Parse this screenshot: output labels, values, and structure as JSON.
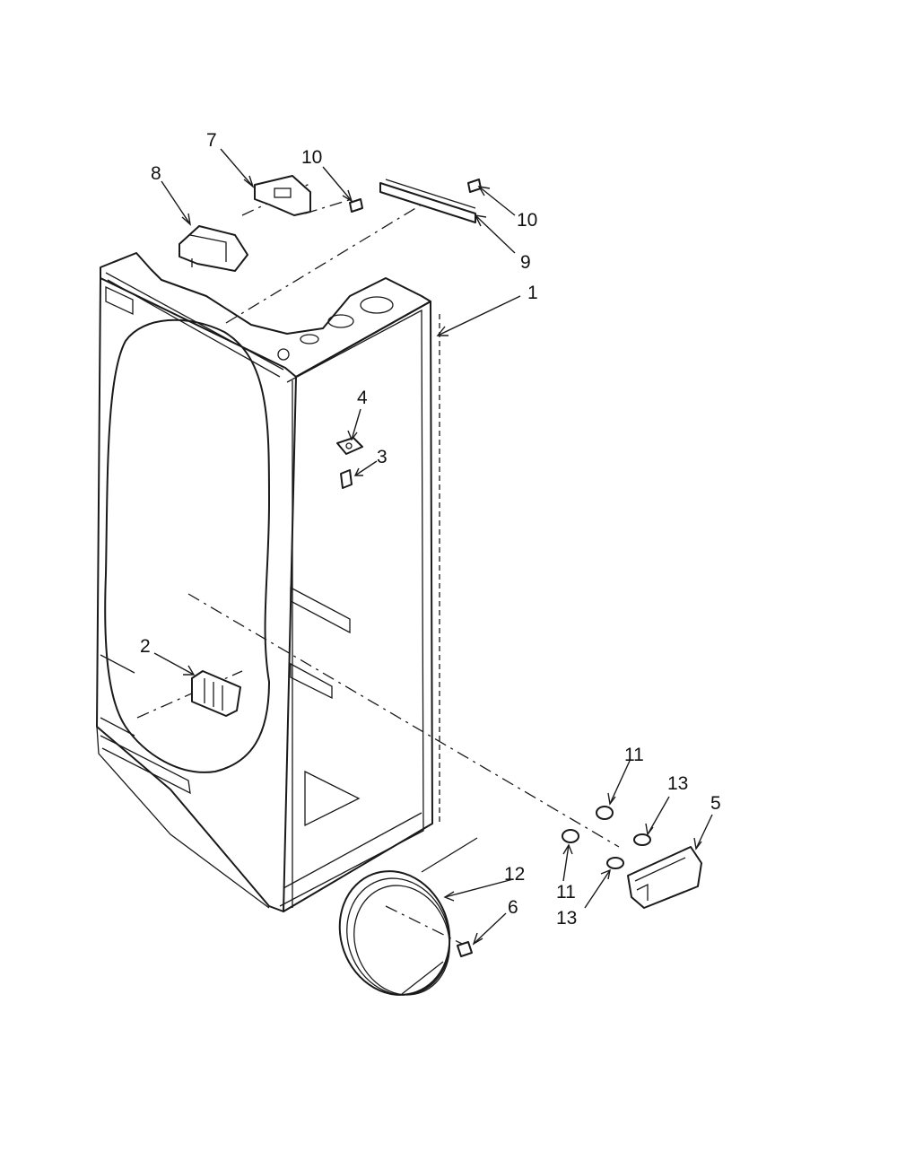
{
  "callouts": [
    {
      "id": "7",
      "text": "7"
    },
    {
      "id": "10a",
      "text": "10"
    },
    {
      "id": "8",
      "text": "8"
    },
    {
      "id": "10b",
      "text": "10"
    },
    {
      "id": "9",
      "text": "9"
    },
    {
      "id": "1",
      "text": "1"
    },
    {
      "id": "4",
      "text": "4"
    },
    {
      "id": "3",
      "text": "3"
    },
    {
      "id": "2",
      "text": "2"
    },
    {
      "id": "11a",
      "text": "11"
    },
    {
      "id": "13a",
      "text": "13"
    },
    {
      "id": "5",
      "text": "5"
    },
    {
      "id": "12",
      "text": "12"
    },
    {
      "id": "6",
      "text": "6"
    },
    {
      "id": "11b",
      "text": "11"
    },
    {
      "id": "13b",
      "text": "13"
    }
  ]
}
